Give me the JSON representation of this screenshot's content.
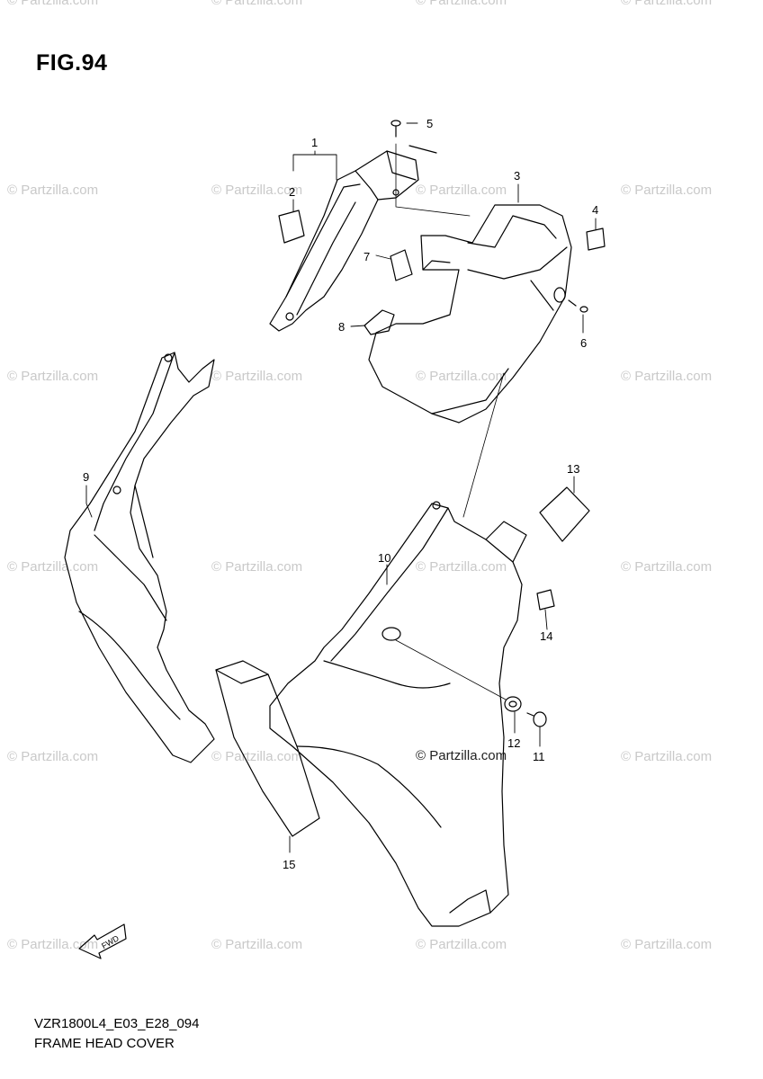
{
  "figure": {
    "title": "FIG.94",
    "model_code": "VZR1800L4_E03_E28_094",
    "part_group": "FRAME HEAD COVER"
  },
  "watermark": {
    "text": "© Partzilla.com",
    "center_text": "© Partzilla.com"
  },
  "direction_arrow": {
    "label": "FWD"
  },
  "callouts": [
    {
      "id": "c1",
      "label": "1"
    },
    {
      "id": "c2",
      "label": "2"
    },
    {
      "id": "c3",
      "label": "3"
    },
    {
      "id": "c4",
      "label": "4"
    },
    {
      "id": "c5",
      "label": "5"
    },
    {
      "id": "c6",
      "label": "6"
    },
    {
      "id": "c7",
      "label": "7"
    },
    {
      "id": "c8",
      "label": "8"
    },
    {
      "id": "c9",
      "label": "9"
    },
    {
      "id": "c10",
      "label": "10"
    },
    {
      "id": "c11",
      "label": "11"
    },
    {
      "id": "c12",
      "label": "12"
    },
    {
      "id": "c13",
      "label": "13"
    },
    {
      "id": "c14",
      "label": "14"
    },
    {
      "id": "c15",
      "label": "15"
    }
  ],
  "colors": {
    "line": "#000000",
    "watermark": "#c9c9c9",
    "background": "#ffffff"
  }
}
